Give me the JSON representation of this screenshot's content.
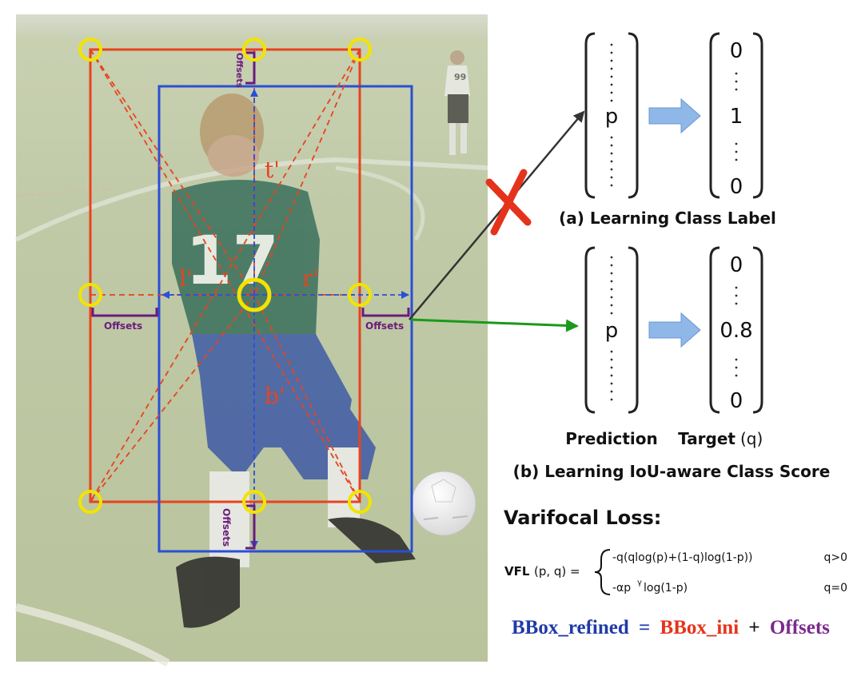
{
  "colors": {
    "red": "#e8431e",
    "blue": "#2a4fd6",
    "purple": "#6a1b7e",
    "yellow": "#f2e400",
    "green": "#1a9a1a",
    "arrow_fill": "#8fb8e8",
    "dark_blue_text": "#1f3aa8",
    "red_text": "#e5331b",
    "purple_text": "#7a2a8c"
  },
  "photo": {
    "jersey_number": "17",
    "background_player_number": "99"
  },
  "box_labels": {
    "t": "t'",
    "l": "l'",
    "r": "r'",
    "b": "b'",
    "offsets_top": "Offsets",
    "offsets_left": "Offsets",
    "offsets_right": "Offsets",
    "offsets_bottom": "Offsets"
  },
  "panel_a": {
    "prediction_entry": "p",
    "target_top": "0",
    "target_mid": "1",
    "target_bottom": "0",
    "caption": "(a) Learning Class Label"
  },
  "panel_b": {
    "prediction_entry": "p",
    "target_top": "0",
    "target_mid": "0.8",
    "target_bottom": "0",
    "label_prediction": "Prediction",
    "label_target": "Target",
    "label_target_q": "(q)",
    "caption": "(b) Learning IoU-aware Class Score"
  },
  "loss": {
    "title": "Varifocal Loss:",
    "lhs_bold": "VFL",
    "lhs_rest": "(p, q)  =",
    "case1_expr": "-q(qlog(p)+(1-q)log(1-p))",
    "case1_cond": "q>0",
    "case2_expr_a": "-αp",
    "case2_expr_sup": "γ",
    "case2_expr_b": "log(1-p)",
    "case2_cond": "q=0"
  },
  "formula": {
    "refined": "BBox_refined",
    "eq": "=",
    "ini": "BBox_ini",
    "plus": "+",
    "offsets": "Offsets"
  }
}
